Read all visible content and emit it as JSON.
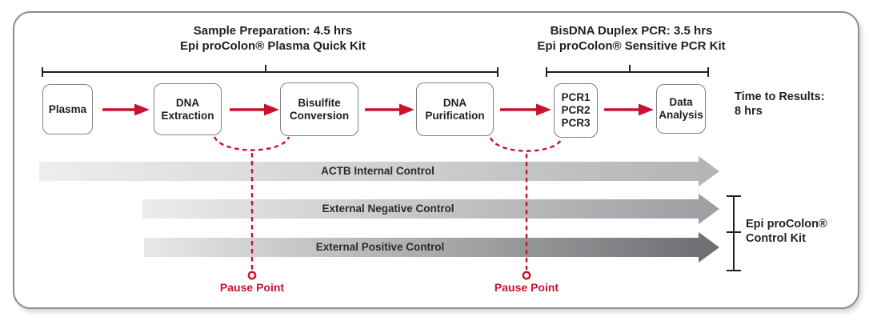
{
  "diagram": {
    "headers": {
      "sample_prep": {
        "line1": "Sample Preparation: 4.5 hrs",
        "line2": "Epi proColon® Plasma Quick Kit"
      },
      "pcr": {
        "line1": "BisDNA Duplex PCR: 3.5 hrs",
        "line2": "Epi proColon® Sensitive PCR Kit"
      }
    },
    "steps": [
      {
        "label": "Plasma"
      },
      {
        "label": "DNA\nExtraction"
      },
      {
        "label": "Bisulfite\nConversion"
      },
      {
        "label": "DNA\nPurification"
      },
      {
        "label": "PCR1\nPCR2\nPCR3"
      },
      {
        "label": "Data\nAnalysis"
      }
    ],
    "time_to_results": "Time to Results:\n8 hrs",
    "controls": [
      {
        "label": "ACTB Internal Control"
      },
      {
        "label": "External Negative Control"
      },
      {
        "label": "External Positive Control"
      }
    ],
    "control_kit_label": "Epi proColon®\nControl Kit",
    "pause_points": [
      {
        "label": "Pause Point"
      },
      {
        "label": "Pause Point"
      }
    ],
    "colors": {
      "accent_red": "#c8122f",
      "frame_border": "#8a8c8f",
      "box_border": "#7f8285",
      "text_dark": "#231f20",
      "band_light": "#eeeeee",
      "band_dark_1": "#b3b5b7",
      "band_dark_2": "#9ea0a3",
      "band_dark_3": "#6f7174"
    }
  }
}
